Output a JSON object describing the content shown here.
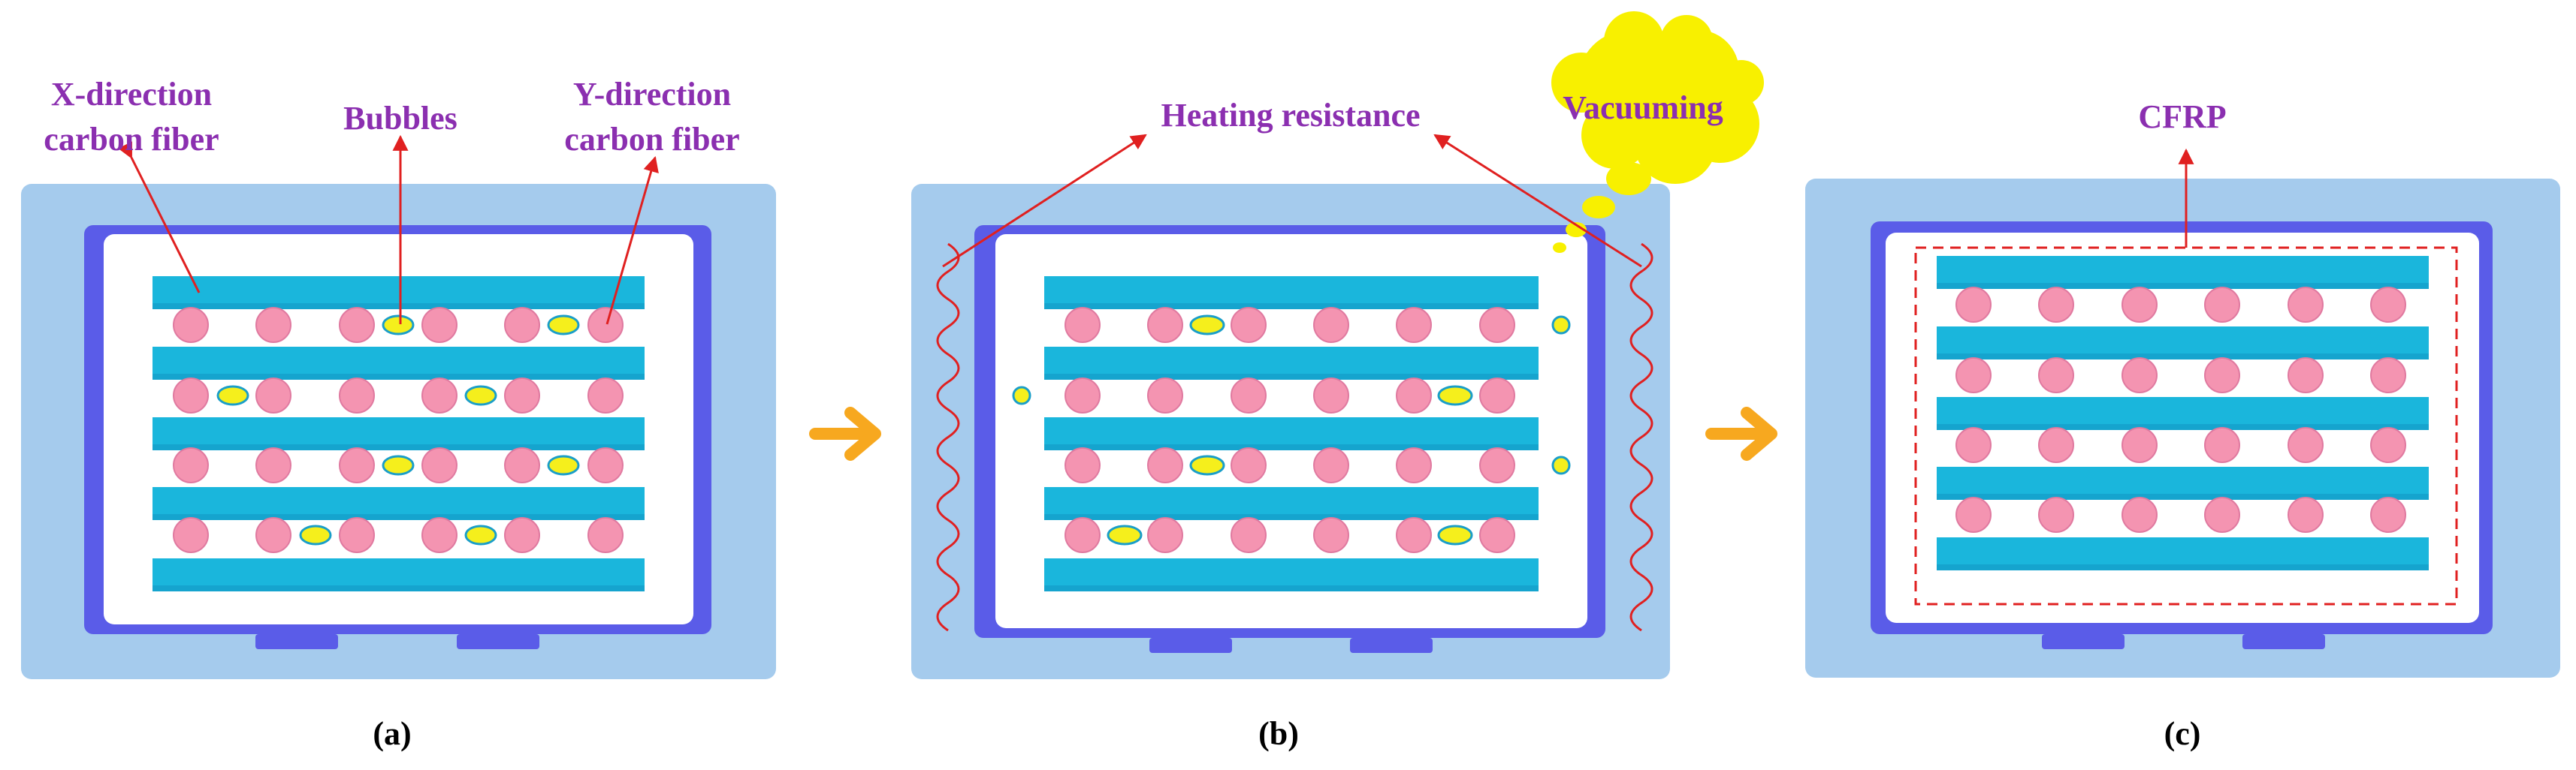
{
  "colors": {
    "tray": "#a5cbed",
    "frame": "#5a5ce8",
    "fiber": "#1ab6dc",
    "fiber_dark": "#0f8fbd",
    "fiber_circle": "#f494b1",
    "bubble": "#f5ef1c",
    "bubble_edge": "#1a9ec8",
    "label": "#8b2fb0",
    "pointer": "#e02020",
    "arrow": "#f7a81f",
    "cloud": "#f8f000"
  },
  "panels": [
    {
      "id": "a",
      "caption": "(a)"
    },
    {
      "id": "b",
      "caption": "(b)"
    },
    {
      "id": "c",
      "caption": "(c)"
    }
  ],
  "labels": {
    "x_fiber_line1": "X-direction",
    "x_fiber_line2": "carbon fiber",
    "bubbles": "Bubbles",
    "y_fiber_line1": "Y-direction",
    "y_fiber_line2": "carbon fiber",
    "heating": "Heating resistance",
    "vacuuming": "Vacuuming",
    "cfrp": "CFRP"
  },
  "icons": {
    "process_arrow": "chevron-right-arrow",
    "heater": "zigzag-coil",
    "vacuum": "thought-cloud"
  }
}
